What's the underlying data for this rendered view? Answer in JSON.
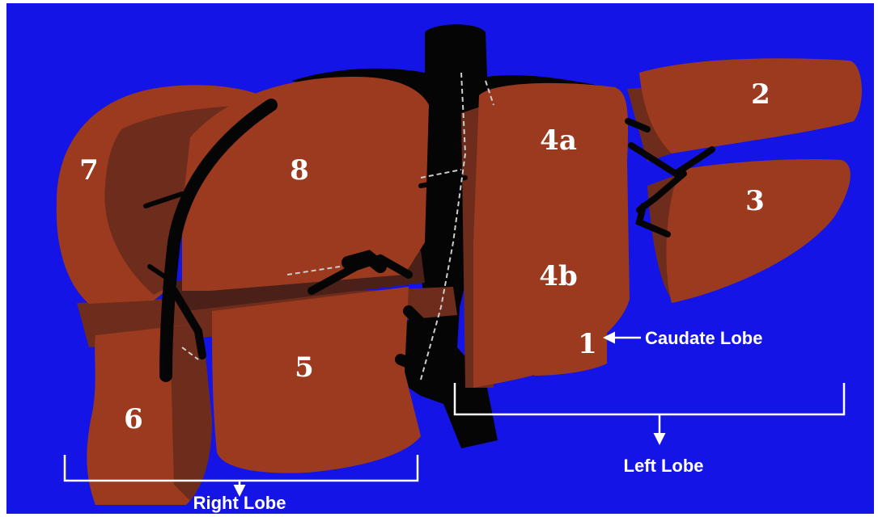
{
  "colors": {
    "background": "#1414e6",
    "liver": "#9b3a1e",
    "liver_dark": "#6e2c1c",
    "liver_shadow": "#4a2018",
    "vessel": "#050505",
    "annotation": "#ffffff"
  },
  "segments": {
    "s1": "1",
    "s2": "2",
    "s3": "3",
    "s4a": "4a",
    "s4b": "4b",
    "s5": "5",
    "s6": "6",
    "s7": "7",
    "s8": "8"
  },
  "annotations": {
    "caudate_lobe": "Caudate Lobe",
    "left_lobe": "Left Lobe",
    "right_lobe": "Right Lobe"
  }
}
